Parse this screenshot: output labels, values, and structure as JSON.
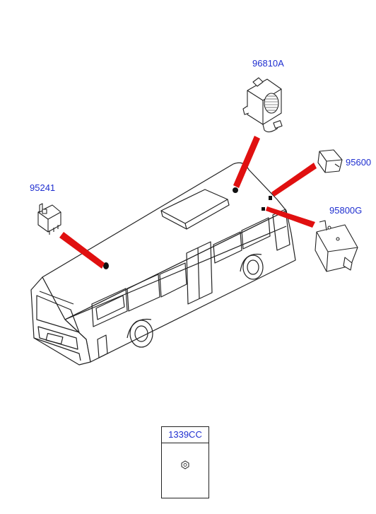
{
  "parts": [
    {
      "code": "96810A",
      "name": "speaker-assembly"
    },
    {
      "code": "95600",
      "name": "control-module"
    },
    {
      "code": "95241",
      "name": "relay"
    },
    {
      "code": "95800G",
      "name": "control-unit"
    }
  ],
  "legend": {
    "code": "1339CC"
  },
  "colors": {
    "label": "#1f2fd0",
    "leader": "#e01010",
    "line": "#222222"
  }
}
